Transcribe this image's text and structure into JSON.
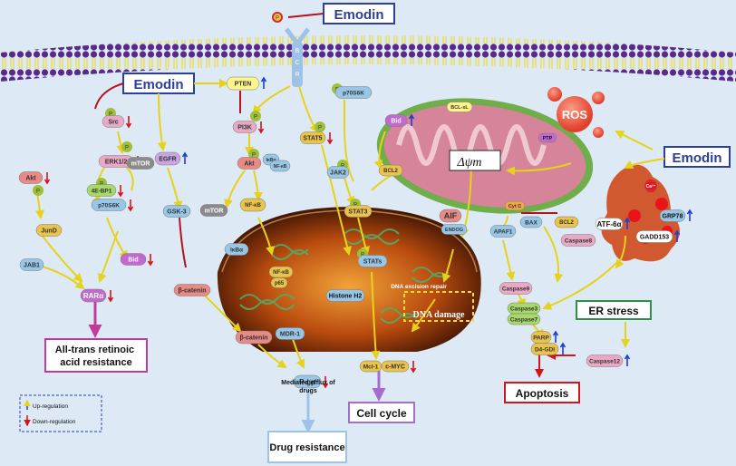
{
  "colors": {
    "background": "#dde9f5",
    "membrane_head": "#5a2a8a",
    "membrane_tail": "#e8e05a",
    "arrow": "#e6d21a",
    "inhibit": "#b3131b",
    "up": "#1f3fd1",
    "down": "#d4141a",
    "nucleus": "#c45a12",
    "mito": "#d6849a",
    "mito_outer": "#6fae4a"
  },
  "emodin": [
    "Emodin",
    "Emodin",
    "Emodin"
  ],
  "receptor": [
    "B",
    "C",
    "R"
  ],
  "p_badge": "P",
  "membrane_nodes": {
    "pten": "PTEN",
    "src": "Src",
    "erk": "ERK1/2",
    "mtor_left": "mTOR",
    "bp1": "4E-BP1",
    "p70_left": "p70S6K",
    "bid_left": "Bid",
    "akt_left": "Akt",
    "jund": "JunD",
    "jab1": "JAB1",
    "rar": "RARα",
    "egfr": "EGFR",
    "gsk": "GSK-3",
    "bcat_top": "β-catenin",
    "pi3k": "PI3K",
    "akt_mid": "Akt",
    "mtor_mid": "mTOR",
    "ikba1": "IκBα",
    "nfkb1": "NF-κB",
    "nfkb2": "NF-κB",
    "ikba2": "IκBα",
    "stat5": "STAT5",
    "p70_right": "p70S6K",
    "bid_right": "Bid",
    "bclxl": "BCL-xL",
    "ptp": "PTP",
    "bcl2a": "BCL2",
    "bcl2b": "BCL2",
    "jak2": "JAK2",
    "stat3": "STAT3",
    "bax": "BAX",
    "cytc": "Cyt C",
    "aif": "AIF",
    "endog": "ENDOG",
    "apaf1": "APAF1",
    "casp8": "Caspase8",
    "casp9": "Caspase9",
    "casp3": "Caspase3",
    "casp7": "Caspase7",
    "parp": "PARP",
    "d4gdi": "D4-GDI",
    "casp12": "Caspase12",
    "atf6": "ATF-6α",
    "grp78": "GRP78",
    "gadd153": "GADD153",
    "ca": "Ca²⁺",
    "ros": "ROS",
    "mito_label": "Δψm"
  },
  "nucleus_nodes": {
    "stats": "STATs",
    "histone": "Histone H2",
    "dna_repair": "DNA excision repair",
    "dna_damage": "DNA damage",
    "nfkb_n": "NF-κB",
    "p65": "p65",
    "bcat_n": "β-catenin",
    "mdr1": "MDR-1",
    "mcl1": "Mcl-1",
    "cmyc": "c-MYC",
    "pgp": "P-gp"
  },
  "outcomes": {
    "retinoic": "All-trans retinoic acid resistance",
    "efflux": "Mediated efflux of drugs",
    "drug": "Drug resistance",
    "cycle": "Cell cycle",
    "apoptosis": "Apoptosis",
    "er": "ER stress"
  },
  "legend": {
    "up": "Up-regulation",
    "down": "Down-regulation"
  }
}
